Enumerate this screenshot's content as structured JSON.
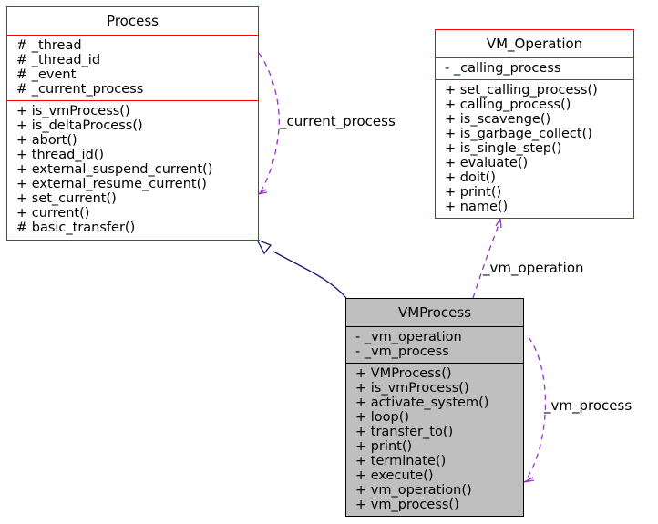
{
  "diagram": {
    "type": "uml-class-collaboration",
    "classes": {
      "process": {
        "name": "Process",
        "attributes": [
          "# _thread",
          "# _thread_id",
          "# _event",
          "# _current_process"
        ],
        "methods": [
          "+ is_vmProcess()",
          "+ is_deltaProcess()",
          "+ abort()",
          "+ thread_id()",
          "+ external_suspend_current()",
          "+ external_resume_current()",
          "+ set_current()",
          "+ current()",
          "# basic_transfer()"
        ]
      },
      "vm_operation": {
        "name": "VM_Operation",
        "attributes": [
          "- _calling_process"
        ],
        "methods": [
          "+ set_calling_process()",
          "+ calling_process()",
          "+ is_scavenge()",
          "+ is_garbage_collect()",
          "+ is_single_step()",
          "+ evaluate()",
          "+ doit()",
          "+ print()",
          "+ name()"
        ]
      },
      "vmprocess": {
        "name": "VMProcess",
        "attributes": [
          "- _vm_operation",
          "- _vm_process"
        ],
        "methods": [
          "+ VMProcess()",
          "+ is_vmProcess()",
          "+ activate_system()",
          "+ loop()",
          "+ transfer_to()",
          "+ print()",
          "+ terminate()",
          "+ execute()",
          "+ vm_operation()",
          "+ vm_process()"
        ]
      }
    },
    "edges": [
      {
        "from": "VMProcess",
        "to": "Process",
        "kind": "inheritance",
        "label": ""
      },
      {
        "from": "Process",
        "to": "Process",
        "kind": "usage",
        "label": "_current_process"
      },
      {
        "from": "VM_Operation",
        "to": "VMProcess",
        "kind": "usage",
        "label": "_vm_operation"
      },
      {
        "from": "VMProcess",
        "to": "VMProcess",
        "kind": "usage",
        "label": "_vm_process"
      }
    ],
    "colors": {
      "class_border": "#ff0000",
      "highlight_fill": "#bfbfbf",
      "highlight_border": "#000000",
      "inheritance_edge": "#191970",
      "usage_edge": "#9a32cd"
    }
  }
}
